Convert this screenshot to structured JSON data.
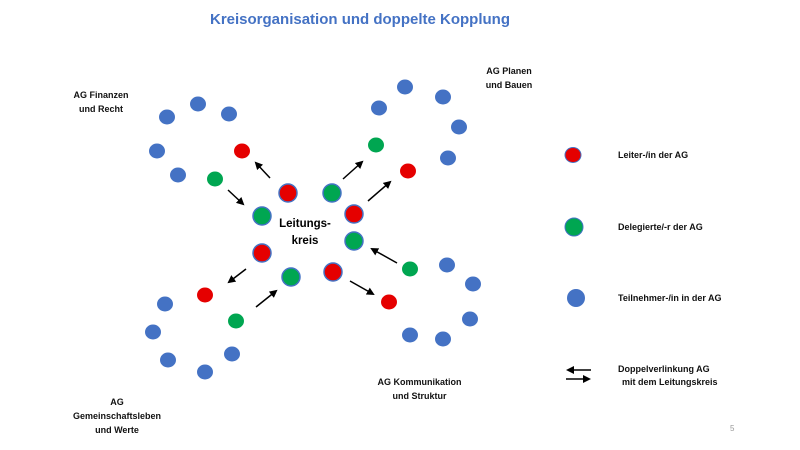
{
  "title": "Kreisorganisation und doppelte Kopplung",
  "center_label": [
    "Leitungs-",
    "kreis"
  ],
  "groups": {
    "finanzen": [
      "AG Finanzen",
      "und Recht"
    ],
    "planen": [
      "AG Planen",
      "und Bauen"
    ],
    "gemeinschaft": [
      "AG",
      "Gemeinschaftsleben",
      "und Werte"
    ],
    "kommunikation": [
      "AG Kommunikation",
      "und Struktur"
    ]
  },
  "legend": {
    "leiter": "Leiter-/in der AG",
    "delegierte": "Delegierte/-r der AG",
    "teilnehmer": "Teilnehmer-/in in der AG",
    "doppel": [
      "Doppelverlinkung AG",
      "mit dem Leitungskreis"
    ]
  },
  "page_number": "5",
  "colors": {
    "title": "#4472c4",
    "leiter": "#e50000",
    "delegierte": "#00a651",
    "teilnehmer": "#4472c4"
  }
}
